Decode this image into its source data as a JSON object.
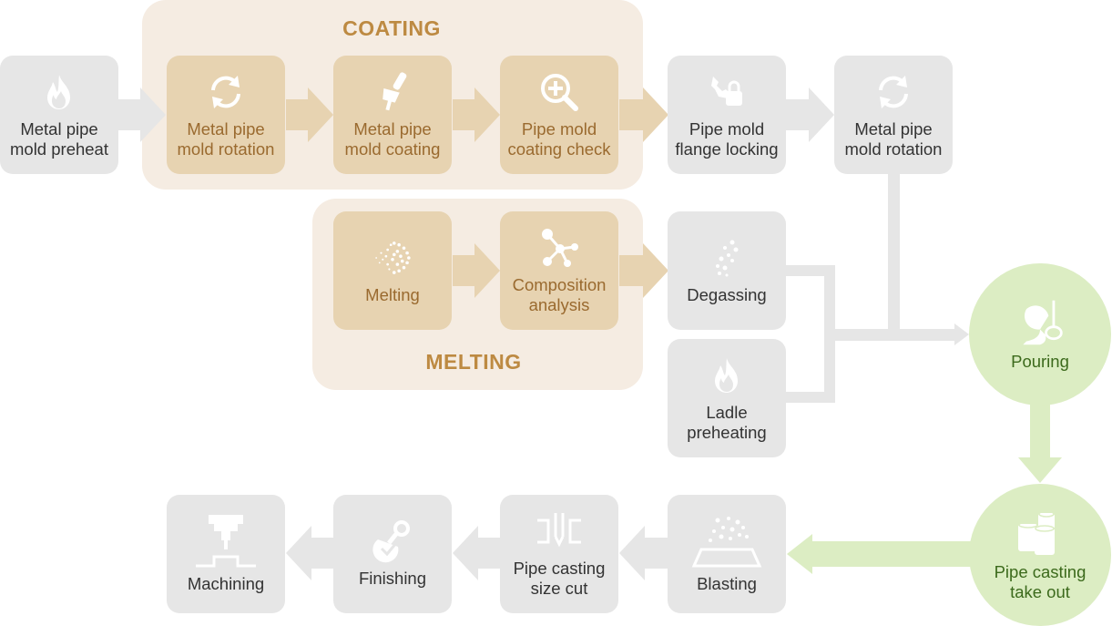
{
  "groups": {
    "coating_title": "COATING",
    "melting_title": "MELTING"
  },
  "steps": {
    "preheat": "Metal pipe\nmold preheat",
    "rotation1": "Metal pipe\nmold rotation",
    "coating": "Metal pipe\nmold coating",
    "coating_check": "Pipe mold\ncoating check",
    "flange": "Pipe mold\nflange locking",
    "rotation2": "Metal pipe\nmold rotation",
    "melting": "Melting",
    "composition": "Composition\nanalysis",
    "degassing": "Degassing",
    "ladle": "Ladle\npreheating",
    "pouring": "Pouring",
    "takeout": "Pipe casting\ntake out",
    "blasting": "Blasting",
    "sizecut": "Pipe casting\nsize cut",
    "finishing": "Finishing",
    "machining": "Machining"
  },
  "colors": {
    "gray_box": "#e6e6e6",
    "tan_box": "#e7d3b1",
    "group_bg": "#f5ece2",
    "group_title": "#bd8a42",
    "green_circle": "#dcedc3",
    "green_text": "#3c6a1c"
  },
  "icons": {
    "preheat": "flame-icon",
    "rotation1": "rotate-icon",
    "coating": "paintbrush-icon",
    "coating_check": "magnifier-plus-icon",
    "flange": "wrench-lock-icon",
    "rotation2": "rotate-icon",
    "melting": "dissolve-gear-icon",
    "composition": "molecule-icon",
    "degassing": "bubbles-icon",
    "ladle": "flame-icon",
    "pouring": "ladle-pour-icon",
    "takeout": "pipe-stack-icon",
    "blasting": "spray-icon",
    "sizecut": "cut-icon",
    "finishing": "finishing-icon",
    "machining": "mill-icon"
  }
}
